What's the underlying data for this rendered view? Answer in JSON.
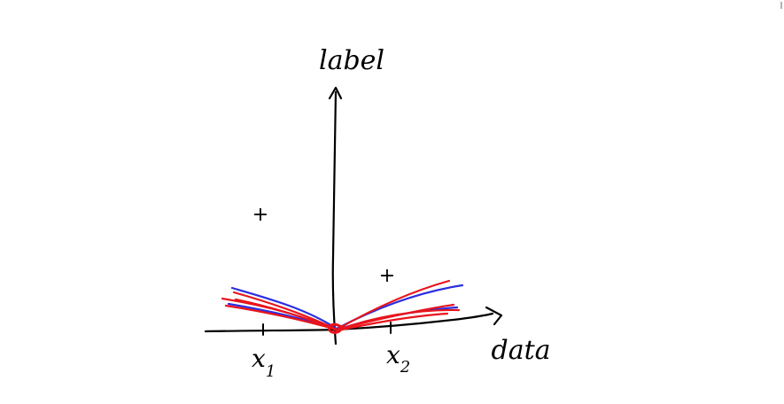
{
  "diagram": {
    "y_axis_label": "label",
    "x_axis_label": "data",
    "tick_labels": [
      {
        "base": "x",
        "subscript": "1"
      },
      {
        "base": "x",
        "subscript": "2"
      }
    ],
    "marker_symbol": "+",
    "colors": {
      "axes": "#000000",
      "red_curves": "#e8141c",
      "blue_curves": "#2a2ee0"
    }
  }
}
